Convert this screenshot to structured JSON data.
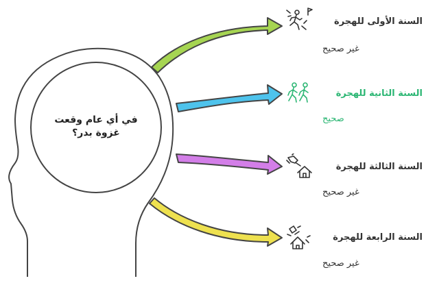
{
  "question": {
    "line1": "في أي عام وقعت",
    "line2": "غزوة بدر؟"
  },
  "options": [
    {
      "title": "السنة الأولى للهجرة",
      "status": "غير صحيح",
      "correct": false,
      "arrow_color": "#a6d552",
      "icon": "running-person-flag-icon"
    },
    {
      "title": "السنة الثانية للهجرة",
      "status": "صحيح",
      "correct": true,
      "arrow_color": "#4ec3ec",
      "icon": "two-walking-people-icon"
    },
    {
      "title": "السنة الثالثة للهجرة",
      "status": "غير صحيح",
      "correct": false,
      "arrow_color": "#d37ee8",
      "icon": "rocket-house-icon"
    },
    {
      "title": "السنة الرابعة للهجرة",
      "status": "غير صحيح",
      "correct": false,
      "arrow_color": "#eee14f",
      "icon": "broken-house-icon"
    }
  ],
  "colors": {
    "outline": "#444444",
    "text": "#333333",
    "correct": "#2bb673"
  }
}
